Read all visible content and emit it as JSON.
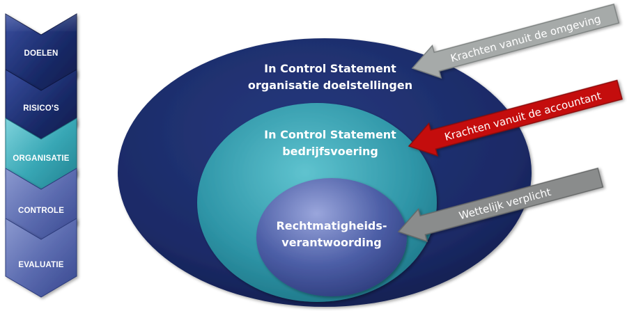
{
  "steps": {
    "s1": "DOELEN",
    "s2": "RISICO'S",
    "s3": "ORGANISATIE",
    "s4": "CONTROLE",
    "s5": "EVALUATIE"
  },
  "rings": {
    "outer": {
      "line1": "In Control Statement",
      "line2": "organisatie doelstellingen"
    },
    "middle": {
      "line1": "In Control Statement",
      "line2": "bedrijfsvoering"
    },
    "inner": {
      "line1": "Rechtmatigheids-",
      "line2": "verantwoording"
    }
  },
  "arrows": {
    "omgeving": "Krachten vanuit de omgeving",
    "accountant": "Krachten vanuit de accountant",
    "wettelijk": "Wettelijk verplicht"
  },
  "colors": {
    "outer_ring": "#1b2a66",
    "middle_ring": "#2f96a8",
    "inner_ring": "#4c5ea6",
    "step_dark": "#1a2b6a",
    "step_active": "#38a7b5",
    "step_light": "#5c6cb0",
    "arrow_grey": "#a6aaa9",
    "arrow_red": "#c40f0f",
    "arrow_dark_grey": "#8a8c8c"
  }
}
